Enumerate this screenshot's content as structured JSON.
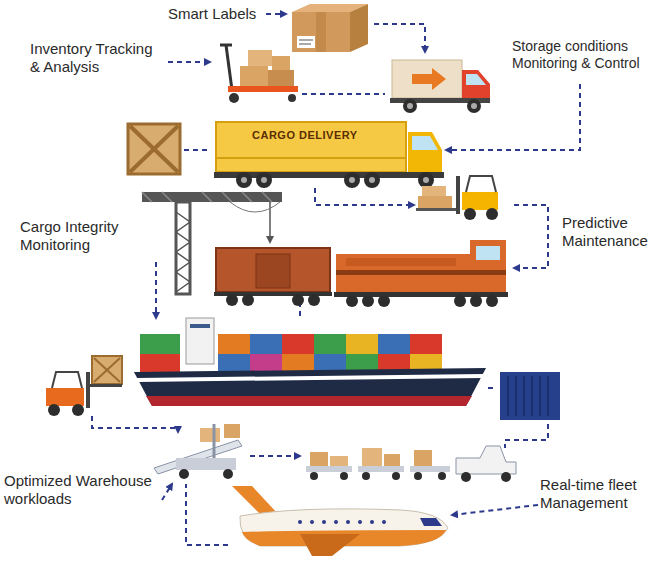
{
  "diagram": {
    "labels": [
      "Smart Labels",
      "Inventory Tracking & Analysis",
      "Storage conditions Monitoring & Control",
      "CARGO DELIVERY",
      "Cargo Integrity Monitoring",
      "Predictive Maintenance",
      "Optimized Warehouse workloads",
      "Real-time fleet Management"
    ]
  }
}
